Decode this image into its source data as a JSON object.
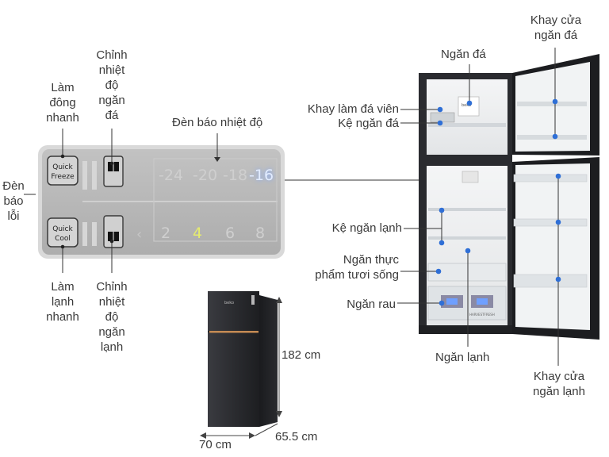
{
  "control_panel": {
    "quick_freeze_button": [
      "Quick",
      "Freeze"
    ],
    "quick_cool_button": [
      "Quick",
      "Cool"
    ],
    "freezer_temps": [
      "-24",
      "-20",
      "-18",
      "-16"
    ],
    "freezer_selected": "-16",
    "fridge_temps": [
      "2",
      "4",
      "6",
      "8"
    ],
    "fridge_selected": "4"
  },
  "labels": {
    "quick_freeze": [
      "Làm",
      "đông",
      "nhanh"
    ],
    "freezer_adjust": [
      "Chỉnh",
      "nhiệt",
      "độ",
      "ngăn",
      "đá"
    ],
    "temp_indicator": "Đèn báo nhiệt độ",
    "error_light": [
      "Đèn",
      "báo",
      "lỗi"
    ],
    "quick_cool": [
      "Làm",
      "lạnh",
      "nhanh"
    ],
    "fridge_adjust": [
      "Chỉnh",
      "nhiệt",
      "độ",
      "ngăn",
      "lạnh"
    ],
    "freezer_compartment": "Ngăn đá",
    "freezer_door_tray": [
      "Khay cửa",
      "ngăn đá"
    ],
    "ice_tray": "Khay làm đá viên",
    "freezer_shelf": "Kệ ngăn đá",
    "fridge_shelf": "Kệ ngăn lạnh",
    "fresh_food": [
      "Ngăn thực",
      "phẩm tươi sống"
    ],
    "vegetable_drawer": "Ngăn rau",
    "fridge_compartment": "Ngăn lạnh",
    "fridge_door_tray": [
      "Khay cửa",
      "ngăn lạnh"
    ]
  },
  "dimensions": {
    "height": "182 cm",
    "width": "70 cm",
    "depth": "65.5 cm"
  },
  "fridge_text": {
    "brand": "beko",
    "drawer_label": "HARVESTFRESH"
  },
  "colors": {
    "panel_bg": "#b9b9b9",
    "panel_border": "#dcdcdc",
    "selected_freezer": "#cfe0ff",
    "selected_fridge": "#e3ea6a",
    "callout_line": "#2f6fd6",
    "fridge_body": "#2e2f33"
  }
}
